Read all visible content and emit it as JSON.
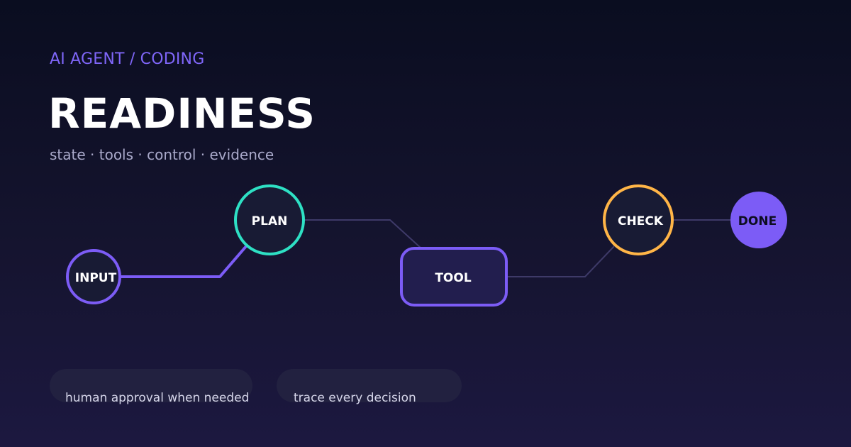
{
  "header": {
    "eyebrow": "AI AGENT / CODING",
    "title": "READINESS",
    "subtitle": "state · tools · control · evidence"
  },
  "flow": {
    "nodes": [
      {
        "id": "input",
        "label": "INPUT",
        "shape": "circle",
        "stroke": "#7c5cf6",
        "fill": "#181b34",
        "text_color": "#ffffff"
      },
      {
        "id": "plan",
        "label": "PLAN",
        "shape": "circle",
        "stroke": "#2ee0c4",
        "fill": "#181b34",
        "text_color": "#ffffff"
      },
      {
        "id": "tool",
        "label": "TOOL",
        "shape": "rounded-rect",
        "stroke": "#7c5cf6",
        "fill": "#221e4e",
        "text_color": "#ffffff"
      },
      {
        "id": "check",
        "label": "CHECK",
        "shape": "circle",
        "stroke": "#ffb547",
        "fill": "#181b34",
        "text_color": "#ffffff"
      },
      {
        "id": "done",
        "label": "DONE",
        "shape": "filled-circle",
        "stroke": "#7c5cf6",
        "fill": "#7c5cf6",
        "text_color": "#0d0d20"
      }
    ],
    "connectors": [
      {
        "from": "input",
        "to": "plan",
        "style": "highlighted",
        "color": "#7c5cf6"
      },
      {
        "from": "plan",
        "to": "tool",
        "style": "muted",
        "color": "#3e3a68"
      },
      {
        "from": "tool",
        "to": "check",
        "style": "muted",
        "color": "#3e3a68"
      },
      {
        "from": "check",
        "to": "done",
        "style": "muted",
        "color": "#3e3a68"
      }
    ]
  },
  "footer": {
    "pills": [
      "human approval when needed",
      "trace every decision"
    ]
  }
}
